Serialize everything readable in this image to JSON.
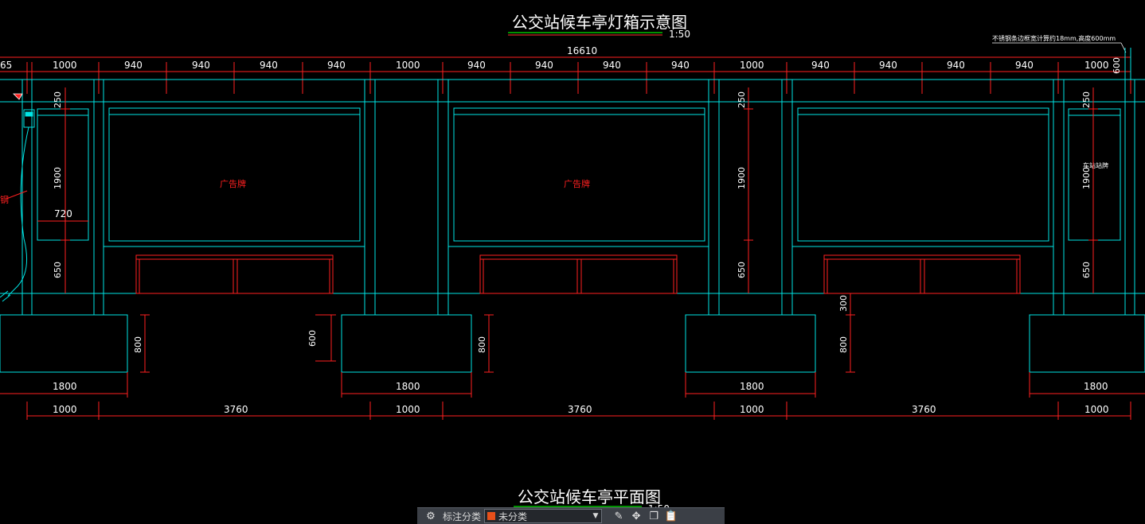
{
  "drawing": {
    "elevation_title": "公交站候车亭灯箱示意图",
    "elevation_scale": "1:50",
    "plan_title": "公交站候车亭平面图",
    "plan_scale": "1:50",
    "total_width": "16610",
    "top_note": "不锈钢条边框宽计算约18mm,高度600mm",
    "top_dims": [
      "65",
      "1000",
      "940",
      "940",
      "940",
      "940",
      "1000",
      "940",
      "940",
      "940",
      "940",
      "1000",
      "940",
      "940",
      "940",
      "940",
      "1000"
    ],
    "top_right_height": "600",
    "vertical_dims": {
      "upper": "250",
      "middle": "1900",
      "lower": "650",
      "base_gap": "300",
      "base_height": "800",
      "pedestal_height": "600"
    },
    "left_panel_width": "720",
    "ad_label": "广告牌",
    "right_panel_label": "车站站牌",
    "left_edge_label": "钢",
    "base_width": "1800",
    "bottom_dims": [
      "1000",
      "3760",
      "1000",
      "3760",
      "1000",
      "3760",
      "1000"
    ]
  },
  "toolbar": {
    "label": "标注分类",
    "selected": "未分类",
    "icons": [
      "filter-icon",
      "edit-icon",
      "move-icon",
      "copy-icon",
      "paste-icon"
    ],
    "swatch_color": "#e8501a"
  },
  "colors": {
    "background": "#000000",
    "frame": "#00e5e5",
    "dimension": "#ff2020",
    "text": "#ffffff",
    "title_underline": "#00c000"
  }
}
